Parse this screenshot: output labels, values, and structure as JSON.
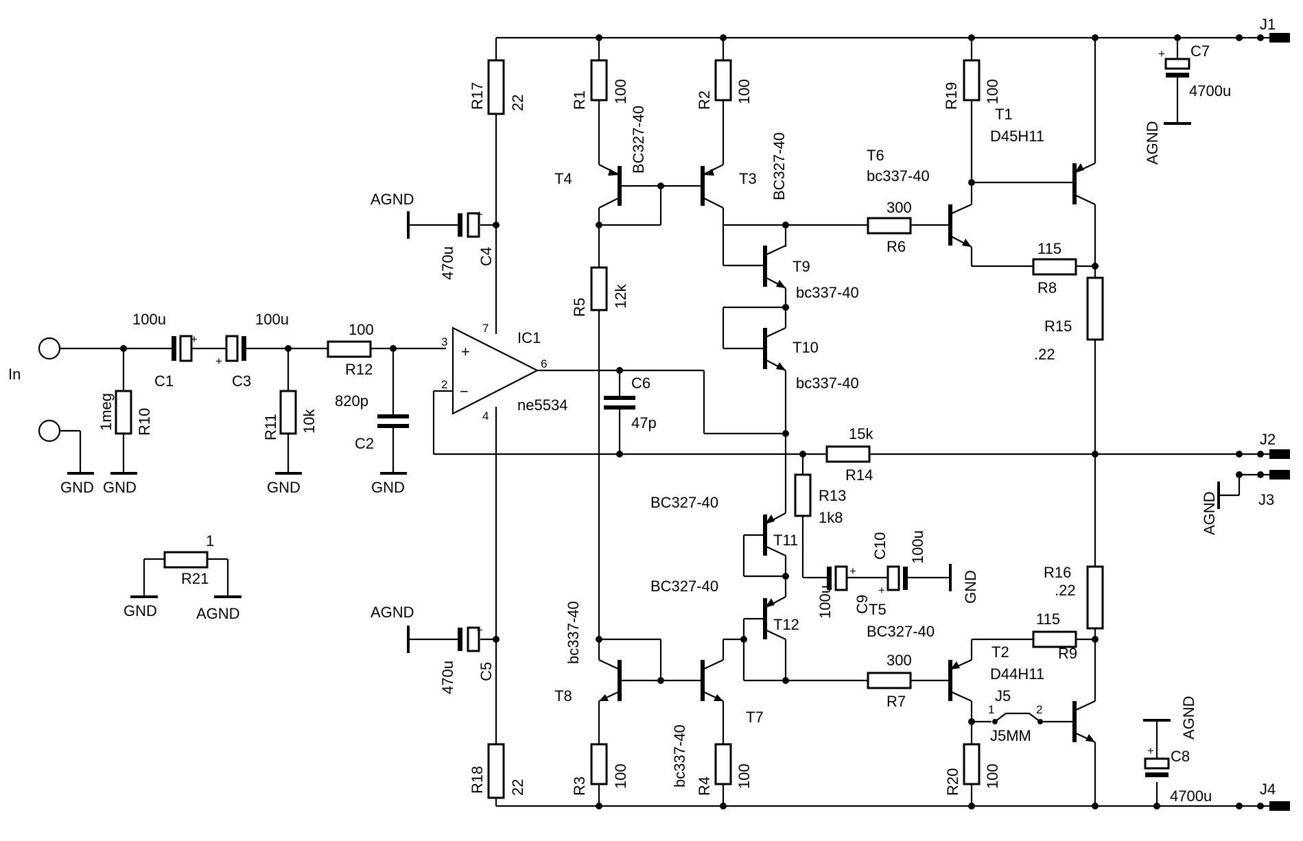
{
  "input": {
    "label": "In"
  },
  "ground": {
    "gnd": "GND",
    "agnd": "AGND"
  },
  "resistors": {
    "R1": {
      "name": "R1",
      "value": "100"
    },
    "R2": {
      "name": "R2",
      "value": "100"
    },
    "R3": {
      "name": "R3",
      "value": "100"
    },
    "R4": {
      "name": "R4",
      "value": "100"
    },
    "R5": {
      "name": "R5",
      "value": "12k"
    },
    "R6": {
      "name": "R6",
      "value": "300"
    },
    "R7": {
      "name": "R7",
      "value": "300"
    },
    "R8": {
      "name": "R8",
      "value": "115"
    },
    "R9": {
      "name": "R9",
      "value": "115"
    },
    "R10": {
      "name": "R10",
      "value": "1meg"
    },
    "R11": {
      "name": "R11",
      "value": "10k"
    },
    "R12": {
      "name": "R12",
      "value": "100"
    },
    "R13": {
      "name": "R13",
      "value": "1k8"
    },
    "R14": {
      "name": "R14",
      "value": "15k"
    },
    "R15": {
      "name": "R15",
      "value": ".22"
    },
    "R16": {
      "name": "R16",
      "value": ".22"
    },
    "R17": {
      "name": "R17",
      "value": "22"
    },
    "R18": {
      "name": "R18",
      "value": "22"
    },
    "R19": {
      "name": "R19",
      "value": "100"
    },
    "R20": {
      "name": "R20",
      "value": "100"
    },
    "R21": {
      "name": "R21",
      "value": "1"
    }
  },
  "capacitors": {
    "C1": {
      "name": "C1",
      "value": "100u"
    },
    "C2": {
      "name": "C2",
      "value": "820p"
    },
    "C3": {
      "name": "C3",
      "value": "100u"
    },
    "C4": {
      "name": "C4",
      "value": "470u"
    },
    "C5": {
      "name": "C5",
      "value": "470u"
    },
    "C6": {
      "name": "C6",
      "value": "47p"
    },
    "C7": {
      "name": "C7",
      "value": "4700u"
    },
    "C8": {
      "name": "C8",
      "value": "4700u"
    },
    "C9": {
      "name": "C9",
      "value": "100u"
    },
    "C10": {
      "name": "C10",
      "value": "100u"
    }
  },
  "transistors": {
    "T1": {
      "name": "T1",
      "type": "D45H11"
    },
    "T2": {
      "name": "T2",
      "type": "D44H11"
    },
    "T3": {
      "name": "T3",
      "type": "BC327-40"
    },
    "T4": {
      "name": "T4",
      "type": "BC327-40"
    },
    "T5": {
      "name": "T5",
      "type": "BC327-40"
    },
    "T6": {
      "name": "T6",
      "type": "bc337-40"
    },
    "T7": {
      "name": "T7",
      "type": "bc337-40"
    },
    "T8": {
      "name": "T8",
      "type": "bc337-40"
    },
    "T9": {
      "name": "T9",
      "type": "bc337-40"
    },
    "T10": {
      "name": "T10",
      "type": "bc337-40"
    },
    "T11": {
      "name": "T11",
      "type": "BC327-40"
    },
    "T12": {
      "name": "T12",
      "type": "BC327-40"
    }
  },
  "opamp": {
    "name": "IC1",
    "type": "ne5534",
    "pin_plus": "3",
    "pin_minus": "2",
    "pin_out": "6",
    "pin_vp": "7",
    "pin_vn": "4",
    "plus_sign": "+",
    "minus_sign": "−"
  },
  "connectors": {
    "J1": "J1",
    "J2": "J2",
    "J3": "J3",
    "J4": "J4",
    "J5": "J5",
    "J5_type": "J5MM",
    "J5_pin1": "1",
    "J5_pin2": "2"
  },
  "polarity": {
    "plus": "+"
  }
}
